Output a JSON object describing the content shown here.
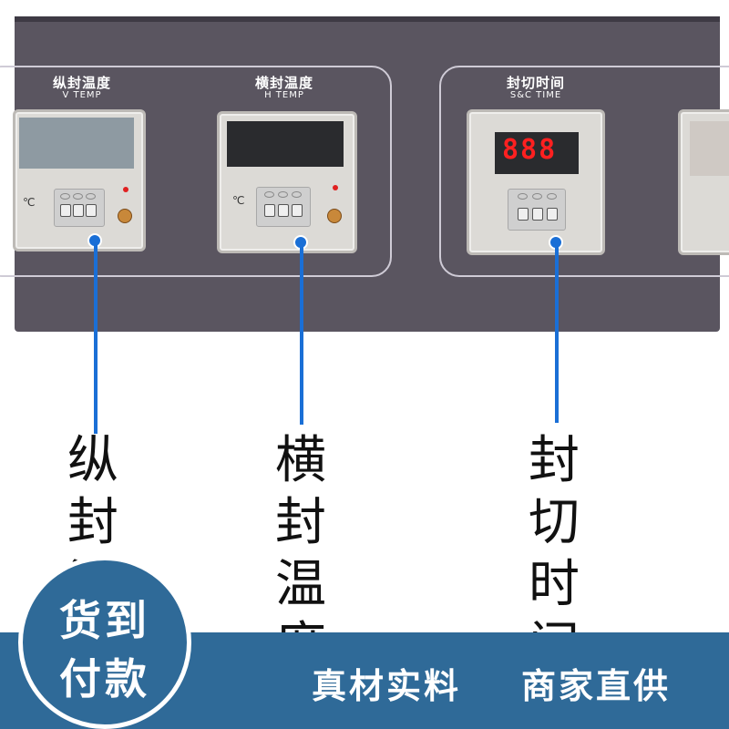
{
  "panel": {
    "groups": [
      {
        "cn": "纵封温度",
        "en": "V TEMP"
      },
      {
        "cn": "横封温度",
        "en": "H TEMP"
      },
      {
        "cn": "封切时间",
        "en": "S&C TIME"
      }
    ],
    "timer_display": "888",
    "degree_symbol": "℃"
  },
  "callouts": [
    {
      "chars": [
        "纵",
        "封",
        "温"
      ]
    },
    {
      "chars": [
        "横",
        "封",
        "温",
        "度"
      ]
    },
    {
      "chars": [
        "封",
        "切",
        "时",
        "间"
      ]
    }
  ],
  "badge": {
    "line1": "货到",
    "line2": "付款"
  },
  "banner": {
    "left": "真材实料",
    "right": "商家直供"
  },
  "colors": {
    "accent": "#1a6fd6",
    "banner": "#2f6a98",
    "panel": "#5a5560",
    "digits": "#ff2020"
  }
}
